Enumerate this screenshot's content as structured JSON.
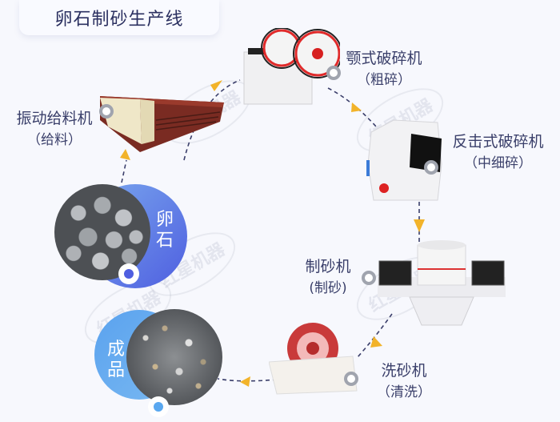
{
  "title": "卵石制砂生产线",
  "colors": {
    "background": "#f7f8fd",
    "title_text": "#2b3060",
    "label_text": "#3a3f6a",
    "arrow": "#f2b32a",
    "dash": "#3b3f6b",
    "raw_circle_start": "#7aa8ee",
    "raw_circle_end": "#4f5fe0",
    "product_circle_start": "#5aa2ee",
    "product_circle_end": "#7ab9f2",
    "raw_dot": "#4f5ee0",
    "product_dot": "#5aa8f0"
  },
  "nodes": [
    {
      "id": "pebbles",
      "label": "卵石",
      "kind": "raw-material"
    },
    {
      "id": "vibrating-feeder",
      "name": "振动给料机",
      "sub": "（给料）"
    },
    {
      "id": "jaw-crusher",
      "name": "颚式破碎机",
      "sub": "（粗碎）"
    },
    {
      "id": "impact-crusher",
      "name": "反击式破碎机",
      "sub": "（中细碎）"
    },
    {
      "id": "sand-maker",
      "name": "制砂机",
      "sub": "(制砂)"
    },
    {
      "id": "sand-washer",
      "name": "洗砂机",
      "sub": "（清洗）"
    },
    {
      "id": "finished-product",
      "label": "成品",
      "kind": "product"
    }
  ],
  "flow": [
    "卵石",
    "振动给料机",
    "颚式破碎机",
    "反击式破碎机",
    "制砂机",
    "洗砂机",
    "成品"
  ],
  "watermark": "红星机器"
}
